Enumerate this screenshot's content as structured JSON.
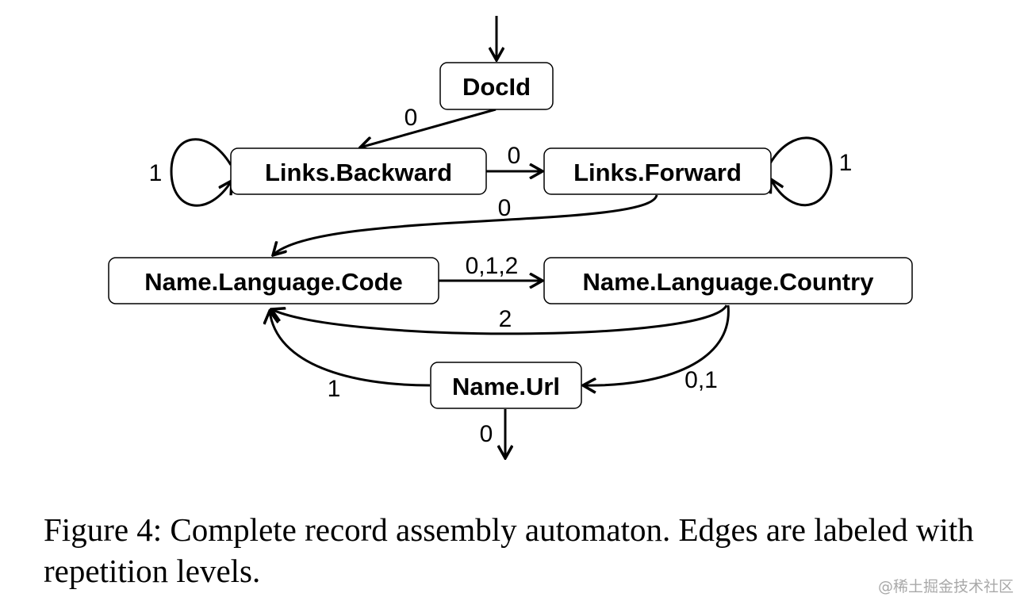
{
  "diagram": {
    "nodes": [
      {
        "id": "docid",
        "label": "DocId"
      },
      {
        "id": "links-backward",
        "label": "Links.Backward"
      },
      {
        "id": "links-forward",
        "label": "Links.Forward"
      },
      {
        "id": "name-language-code",
        "label": "Name.Language.Code"
      },
      {
        "id": "name-language-country",
        "label": "Name.Language.Country"
      },
      {
        "id": "name-url",
        "label": "Name.Url"
      }
    ],
    "edges": [
      {
        "from": "start",
        "to": "docid",
        "label": ""
      },
      {
        "from": "docid",
        "to": "links-backward",
        "label": "0"
      },
      {
        "from": "links-backward",
        "to": "links-backward",
        "label": "1"
      },
      {
        "from": "links-backward",
        "to": "links-forward",
        "label": "0"
      },
      {
        "from": "links-forward",
        "to": "links-forward",
        "label": "1"
      },
      {
        "from": "links-forward",
        "to": "name-language-code",
        "label": "0"
      },
      {
        "from": "name-language-code",
        "to": "name-language-country",
        "label": "0,1,2"
      },
      {
        "from": "name-language-country",
        "to": "name-language-code",
        "label": "2"
      },
      {
        "from": "name-language-country",
        "to": "name-url",
        "label": "0,1"
      },
      {
        "from": "name-url",
        "to": "name-language-code",
        "label": "1"
      },
      {
        "from": "name-url",
        "to": "end",
        "label": "0"
      }
    ]
  },
  "caption": "Figure 4: Complete record assembly automaton. Edges are labeled with repetition levels.",
  "watermark": "@稀土掘金技术社区"
}
